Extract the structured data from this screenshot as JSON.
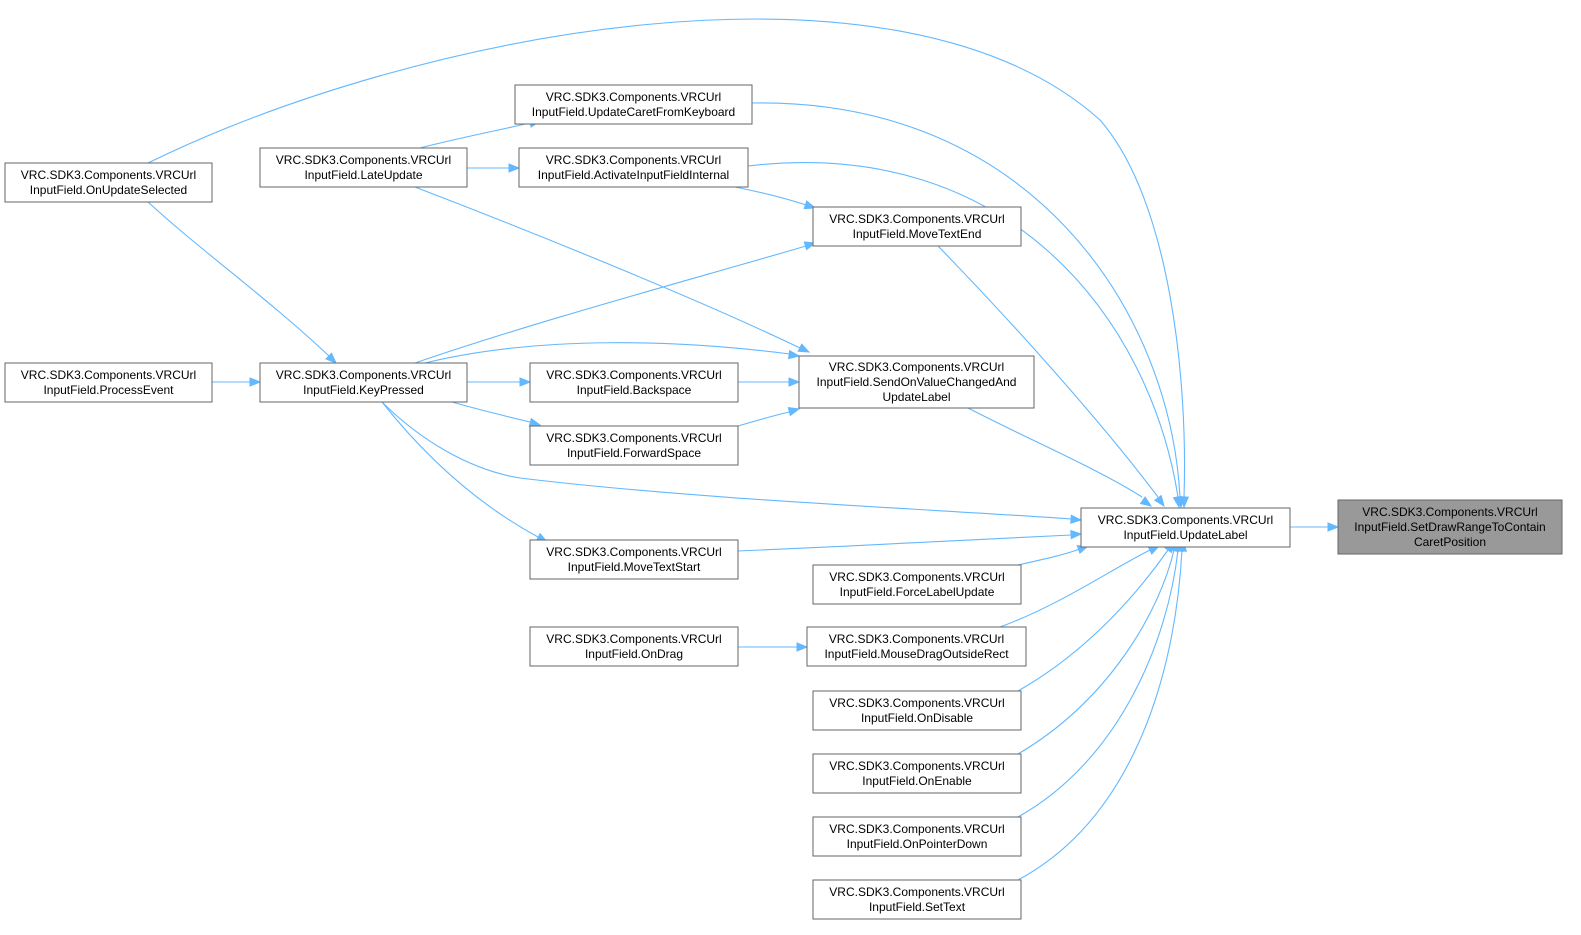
{
  "graph": {
    "accent_color": "#63b8ff",
    "focus_fill": "#999999",
    "nodes": [
      {
        "id": "n0",
        "lines": [
          "VRC.SDK3.Components.VRCUrl",
          "InputField.SetDrawRangeToContain",
          "CaretPosition"
        ],
        "focus": true
      },
      {
        "id": "n1",
        "lines": [
          "VRC.SDK3.Components.VRCUrl",
          "InputField.UpdateLabel"
        ]
      },
      {
        "id": "n2",
        "lines": [
          "VRC.SDK3.Components.VRCUrl",
          "InputField.UpdateCaretFromKeyboard"
        ]
      },
      {
        "id": "n3",
        "lines": [
          "VRC.SDK3.Components.VRCUrl",
          "InputField.ActivateInputFieldInternal"
        ]
      },
      {
        "id": "n4",
        "lines": [
          "VRC.SDK3.Components.VRCUrl",
          "InputField.MoveTextEnd"
        ]
      },
      {
        "id": "n5",
        "lines": [
          "VRC.SDK3.Components.VRCUrl",
          "InputField.SendOnValueChangedAnd",
          "UpdateLabel"
        ]
      },
      {
        "id": "n6",
        "lines": [
          "VRC.SDK3.Components.VRCUrl",
          "InputField.LateUpdate"
        ]
      },
      {
        "id": "n7",
        "lines": [
          "VRC.SDK3.Components.VRCUrl",
          "InputField.OnUpdateSelected"
        ]
      },
      {
        "id": "n8",
        "lines": [
          "VRC.SDK3.Components.VRCUrl",
          "InputField.KeyPressed"
        ]
      },
      {
        "id": "n9",
        "lines": [
          "VRC.SDK3.Components.VRCUrl",
          "InputField.ProcessEvent"
        ]
      },
      {
        "id": "n10",
        "lines": [
          "VRC.SDK3.Components.VRCUrl",
          "InputField.Backspace"
        ]
      },
      {
        "id": "n11",
        "lines": [
          "VRC.SDK3.Components.VRCUrl",
          "InputField.ForwardSpace"
        ]
      },
      {
        "id": "n12",
        "lines": [
          "VRC.SDK3.Components.VRCUrl",
          "InputField.MoveTextStart"
        ]
      },
      {
        "id": "n13",
        "lines": [
          "VRC.SDK3.Components.VRCUrl",
          "InputField.ForceLabelUpdate"
        ]
      },
      {
        "id": "n14",
        "lines": [
          "VRC.SDK3.Components.VRCUrl",
          "InputField.MouseDragOutsideRect"
        ]
      },
      {
        "id": "n15",
        "lines": [
          "VRC.SDK3.Components.VRCUrl",
          "InputField.OnDrag"
        ]
      },
      {
        "id": "n16",
        "lines": [
          "VRC.SDK3.Components.VRCUrl",
          "InputField.OnDisable"
        ]
      },
      {
        "id": "n17",
        "lines": [
          "VRC.SDK3.Components.VRCUrl",
          "InputField.OnEnable"
        ]
      },
      {
        "id": "n18",
        "lines": [
          "VRC.SDK3.Components.VRCUrl",
          "InputField.OnPointerDown"
        ]
      },
      {
        "id": "n19",
        "lines": [
          "VRC.SDK3.Components.VRCUrl",
          "InputField.SetText"
        ]
      }
    ],
    "edges": [
      {
        "from": "n1",
        "to": "n0"
      },
      {
        "from": "n2",
        "to": "n1"
      },
      {
        "from": "n3",
        "to": "n1"
      },
      {
        "from": "n4",
        "to": "n1"
      },
      {
        "from": "n5",
        "to": "n1"
      },
      {
        "from": "n7",
        "to": "n1"
      },
      {
        "from": "n8",
        "to": "n1"
      },
      {
        "from": "n12",
        "to": "n1"
      },
      {
        "from": "n13",
        "to": "n1"
      },
      {
        "from": "n14",
        "to": "n1"
      },
      {
        "from": "n16",
        "to": "n1"
      },
      {
        "from": "n17",
        "to": "n1"
      },
      {
        "from": "n18",
        "to": "n1"
      },
      {
        "from": "n19",
        "to": "n1"
      },
      {
        "from": "n6",
        "to": "n2"
      },
      {
        "from": "n6",
        "to": "n3"
      },
      {
        "from": "n3",
        "to": "n4"
      },
      {
        "from": "n8",
        "to": "n4"
      },
      {
        "from": "n6",
        "to": "n5"
      },
      {
        "from": "n8",
        "to": "n5"
      },
      {
        "from": "n10",
        "to": "n5"
      },
      {
        "from": "n11",
        "to": "n5"
      },
      {
        "from": "n7",
        "to": "n8"
      },
      {
        "from": "n9",
        "to": "n8"
      },
      {
        "from": "n8",
        "to": "n10"
      },
      {
        "from": "n8",
        "to": "n11"
      },
      {
        "from": "n8",
        "to": "n12"
      },
      {
        "from": "n15",
        "to": "n14"
      }
    ]
  }
}
